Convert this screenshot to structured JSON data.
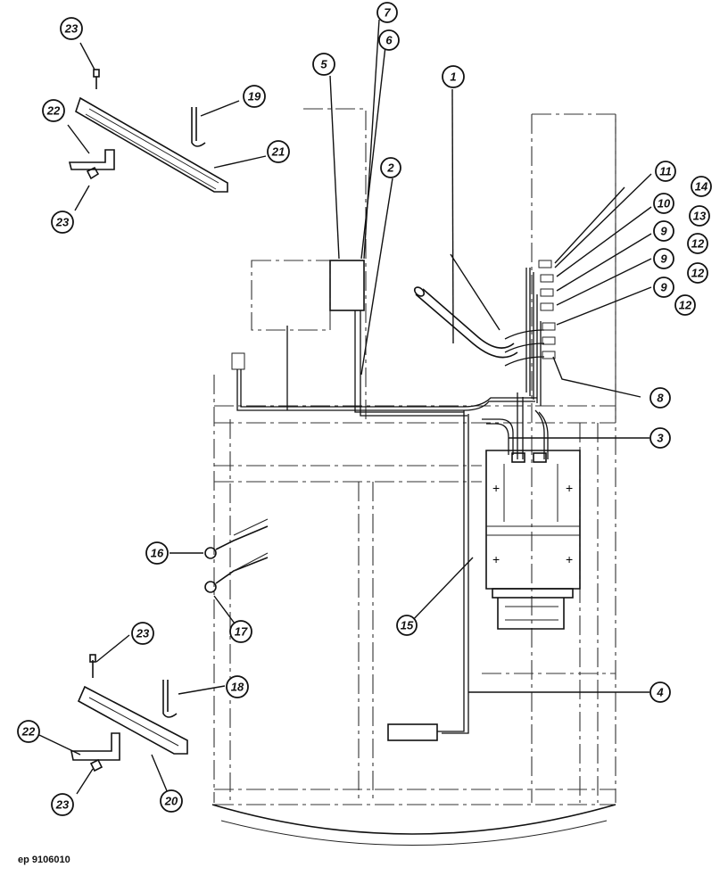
{
  "drawing_ref": "ep 9106010",
  "callouts": [
    {
      "id": "c23a",
      "label": "23"
    },
    {
      "id": "c22a",
      "label": "22"
    },
    {
      "id": "c23b",
      "label": "23"
    },
    {
      "id": "c19",
      "label": "19"
    },
    {
      "id": "c21",
      "label": "21"
    },
    {
      "id": "c5",
      "label": "5"
    },
    {
      "id": "c7",
      "label": "7"
    },
    {
      "id": "c6",
      "label": "6"
    },
    {
      "id": "c1",
      "label": "1"
    },
    {
      "id": "c2",
      "label": "2"
    },
    {
      "id": "c11",
      "label": "11"
    },
    {
      "id": "c14",
      "label": "14"
    },
    {
      "id": "c10",
      "label": "10"
    },
    {
      "id": "c13",
      "label": "13"
    },
    {
      "id": "c9a",
      "label": "9"
    },
    {
      "id": "c12a",
      "label": "12"
    },
    {
      "id": "c9b",
      "label": "9"
    },
    {
      "id": "c12b",
      "label": "12"
    },
    {
      "id": "c9c",
      "label": "9"
    },
    {
      "id": "c12c",
      "label": "12"
    },
    {
      "id": "c8",
      "label": "8"
    },
    {
      "id": "c3",
      "label": "3"
    },
    {
      "id": "c16",
      "label": "16"
    },
    {
      "id": "c17",
      "label": "17"
    },
    {
      "id": "c15",
      "label": "15"
    },
    {
      "id": "c23c",
      "label": "23"
    },
    {
      "id": "c18",
      "label": "18"
    },
    {
      "id": "c4",
      "label": "4"
    },
    {
      "id": "c22b",
      "label": "22"
    },
    {
      "id": "c20",
      "label": "20"
    },
    {
      "id": "c23d",
      "label": "23"
    }
  ]
}
